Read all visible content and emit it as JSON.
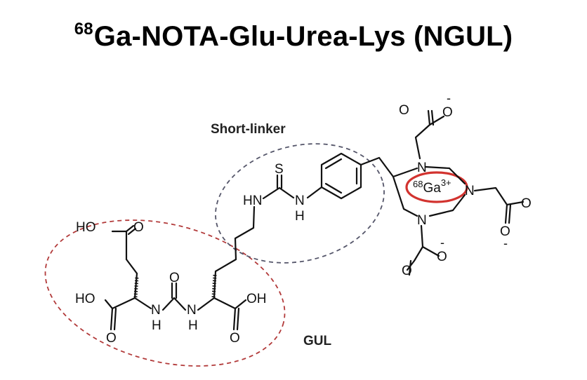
{
  "title": {
    "isotope": "68",
    "text": "Ga-NOTA-Glu-Urea-Lys (NGUL)"
  },
  "labels": {
    "short_linker": "Short-linker",
    "gul": "GUL"
  },
  "metal": {
    "isotope": "68",
    "element": "Ga",
    "charge": "3+"
  },
  "atoms": {
    "ho_top": "HO",
    "o_top": "O",
    "ho_left": "HO",
    "o_left_down": "O",
    "nh_1": "N",
    "h_1": "H",
    "nh_2": "N",
    "h_2": "H",
    "o_urea": "O",
    "oh_right": "OH",
    "o_right_down": "O",
    "hn_thio": "HN",
    "s_thio": "S",
    "n_thio": "N",
    "h_thio": "H",
    "n_ring_top": "N",
    "n_ring_right": "N",
    "n_ring_bottom": "N",
    "o_ac1_a": "O",
    "o_ac1_b": "O",
    "neg_ac1": "-",
    "o_ac2_a": "O",
    "o_ac2_b": "O",
    "neg_ac2": "-",
    "o_ac3_a": "O",
    "o_ac3_b": "O",
    "neg_ac3": "-"
  },
  "colors": {
    "bond": "#111111",
    "gul_ellipse": "#b23a3a",
    "linker_ellipse": "#55566a",
    "ga_ellipse": "#d2332f"
  }
}
